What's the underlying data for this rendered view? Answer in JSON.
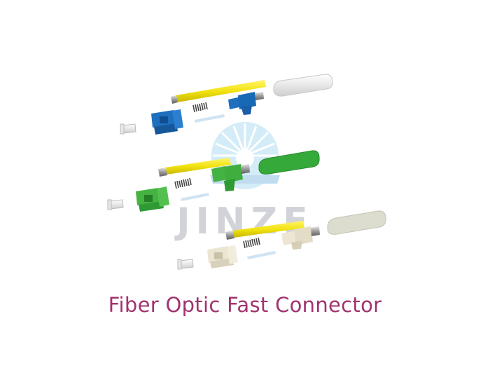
{
  "watermark": {
    "text": "JINZE",
    "color": "#c9ccd2",
    "sun_color": "#bfe3f6",
    "logo": "jinze-sunburst-logo"
  },
  "caption": {
    "text": "Fiber Optic Fast Connector",
    "color": "#a0336f"
  },
  "connector_sets": [
    {
      "variant": "blue-lc",
      "housing_color": "#1769b5",
      "boot_color": "#ececec"
    },
    {
      "variant": "green-lc-apc",
      "housing_color": "#3fae3e",
      "boot_color": "#33a83a"
    },
    {
      "variant": "beige-lc-mm",
      "housing_color": "#e8e2cf",
      "boot_color": "#dcdccf"
    }
  ],
  "colors": {
    "ferrule_tube": "#f2e311",
    "metal": "#a9a9a9",
    "spring": "#4a4a4a",
    "fiber_sleeve": "#cfe4f2"
  }
}
